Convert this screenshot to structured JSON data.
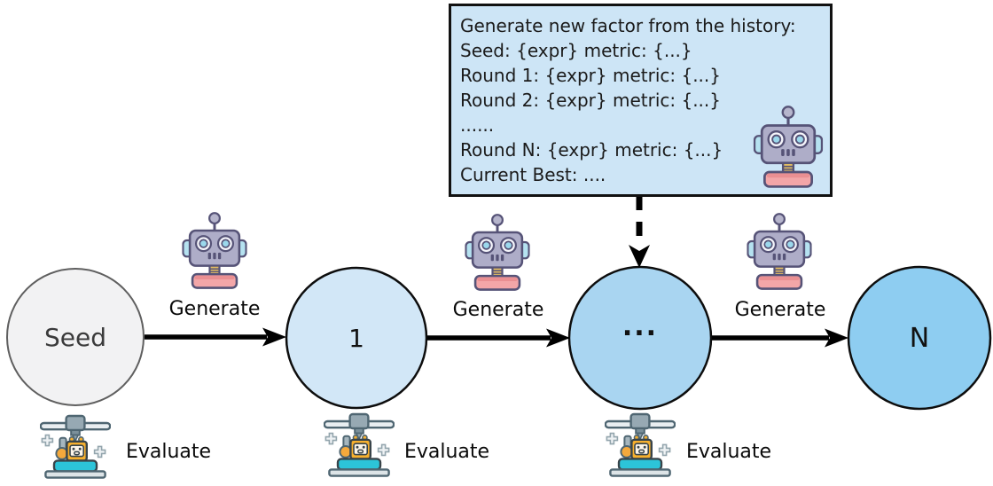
{
  "history_box": {
    "bg": "#cde5f6",
    "border": "#111111",
    "lines": [
      "Generate new factor from the history:",
      "Seed: {expr} metric: {...}",
      "Round 1: {expr} metric: {...}",
      "Round 2: {expr} metric: {...}",
      "......",
      "Round N: {expr} metric: {...}",
      "Current Best: ...."
    ]
  },
  "nodes": [
    {
      "label": "Seed",
      "fill": "#f2f2f3",
      "border": "#5f5f5f",
      "text_color": "#3b3b3b"
    },
    {
      "label": "1",
      "fill": "#d2e7f7",
      "border": "#0d0d0d",
      "text_color": "#111111"
    },
    {
      "label": "...",
      "fill": "#a9d5f1",
      "border": "#0d0d0d",
      "text_color": "#111111"
    },
    {
      "label": "N",
      "fill": "#8ecdf1",
      "border": "#0d0d0d",
      "text_color": "#111111"
    }
  ],
  "labels": {
    "generate": "Generate",
    "evaluate": "Evaluate"
  },
  "icons": {
    "llm_robot": "robot-icon",
    "evaluator": "3d-printer-robot-icon"
  },
  "colors": {
    "arrow": "#000000",
    "robot_body": "#f3a6a8",
    "robot_head": "#aeadc8",
    "printer_base": "#2cc4d9",
    "printed_bot": "#f7b02e"
  }
}
